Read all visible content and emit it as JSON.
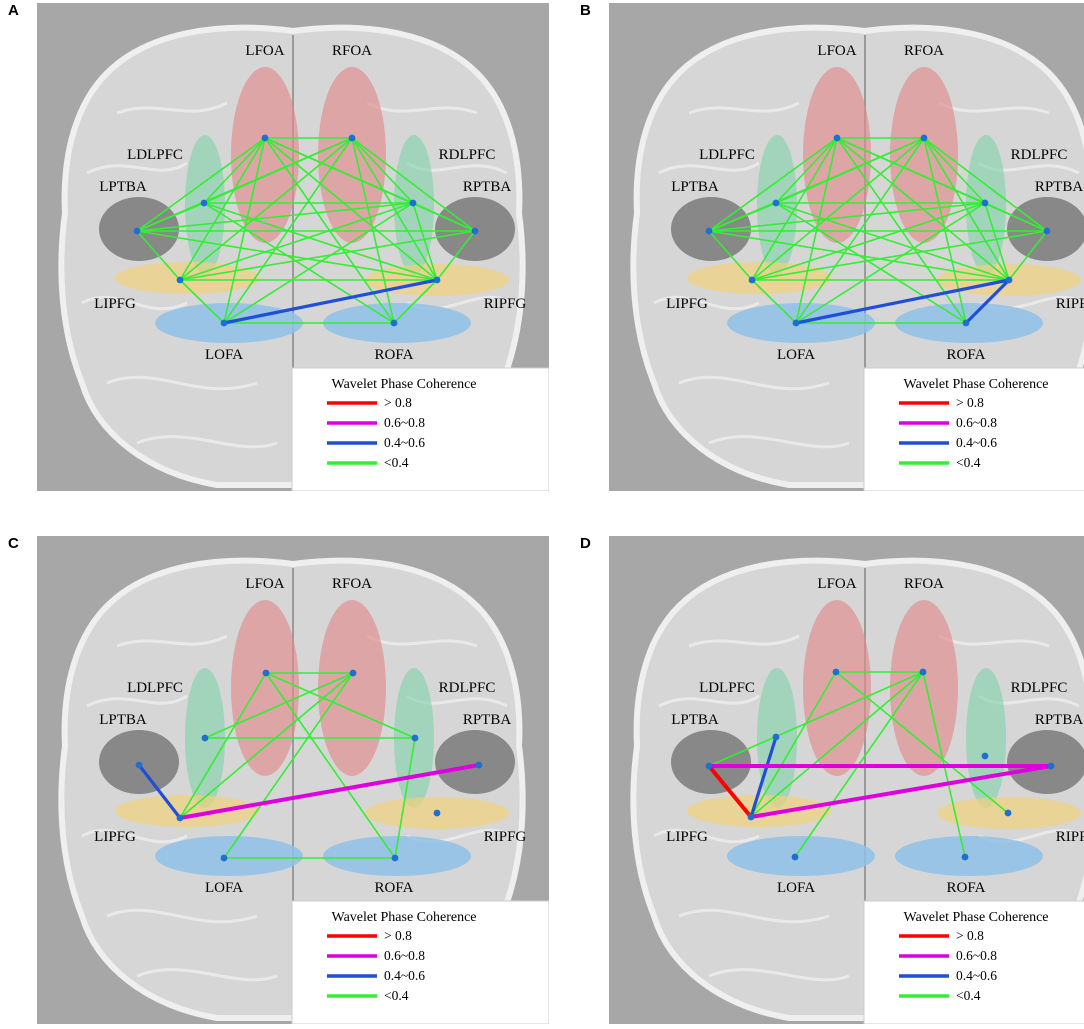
{
  "legend": {
    "title": "Wavelet Phase Coherence",
    "items": [
      {
        "label": "> 0.8",
        "color": "#ff0000"
      },
      {
        "label": "0.6~0.8",
        "color": "#dd00dd"
      },
      {
        "label": "0.4~0.6",
        "color": "#1f4fd6"
      },
      {
        "label": "<0.4",
        "color": "#33ee33"
      }
    ]
  },
  "regions": [
    {
      "id": "LFOA",
      "label": "LFOA"
    },
    {
      "id": "RFOA",
      "label": "RFOA"
    },
    {
      "id": "LDLPFC",
      "label": "LDLPFC"
    },
    {
      "id": "RDLPFC",
      "label": "RDLPFC"
    },
    {
      "id": "LPTBA",
      "label": "LPTBA"
    },
    {
      "id": "RPTBA",
      "label": "RPTBA"
    },
    {
      "id": "LIPFG",
      "label": "LIPFG"
    },
    {
      "id": "RIPFG",
      "label": "RIPFG"
    },
    {
      "id": "LOFA",
      "label": "LOFA"
    },
    {
      "id": "ROFA",
      "label": "ROFA"
    }
  ],
  "region_colors": {
    "FOA": "#e08a8a",
    "DLPFC": "#7fd1a8",
    "PTBA": "#6e6e6e",
    "IPFG": "#f1d27c",
    "OFA": "#8fc1e8"
  },
  "panels": [
    {
      "letter": "A",
      "edges": [
        [
          "LFOA",
          "RFOA",
          "green"
        ],
        [
          "LFOA",
          "LDLPFC",
          "green"
        ],
        [
          "LFOA",
          "LPTBA",
          "green"
        ],
        [
          "LFOA",
          "LIPFG",
          "green"
        ],
        [
          "LFOA",
          "RDLPFC",
          "green"
        ],
        [
          "LFOA",
          "RPTBA",
          "green"
        ],
        [
          "LFOA",
          "RIPFG",
          "green"
        ],
        [
          "LFOA",
          "LOFA",
          "green"
        ],
        [
          "LFOA",
          "ROFA",
          "green"
        ],
        [
          "RFOA",
          "LDLPFC",
          "green"
        ],
        [
          "RFOA",
          "LPTBA",
          "green"
        ],
        [
          "RFOA",
          "LIPFG",
          "green"
        ],
        [
          "RFOA",
          "RDLPFC",
          "green"
        ],
        [
          "RFOA",
          "RPTBA",
          "green"
        ],
        [
          "RFOA",
          "RIPFG",
          "green"
        ],
        [
          "RFOA",
          "LOFA",
          "green"
        ],
        [
          "RFOA",
          "ROFA",
          "green"
        ],
        [
          "LDLPFC",
          "LPTBA",
          "green"
        ],
        [
          "LDLPFC",
          "RDLPFC",
          "green"
        ],
        [
          "LDLPFC",
          "RIPFG",
          "green"
        ],
        [
          "LDLPFC",
          "ROFA",
          "green"
        ],
        [
          "LPTBA",
          "LIPFG",
          "green"
        ],
        [
          "LPTBA",
          "RDLPFC",
          "green"
        ],
        [
          "LPTBA",
          "RIPFG",
          "green"
        ],
        [
          "LPTBA",
          "RPTBA",
          "green"
        ],
        [
          "LIPFG",
          "RDLPFC",
          "green"
        ],
        [
          "LIPFG",
          "RIPFG",
          "green"
        ],
        [
          "LIPFG",
          "RPTBA",
          "green"
        ],
        [
          "LIPFG",
          "LOFA",
          "green"
        ],
        [
          "RDLPFC",
          "RPTBA",
          "green"
        ],
        [
          "RDLPFC",
          "RIPFG",
          "green"
        ],
        [
          "RDLPFC",
          "LOFA",
          "green"
        ],
        [
          "RPTBA",
          "RIPFG",
          "green"
        ],
        [
          "RIPFG",
          "ROFA",
          "green"
        ],
        [
          "LOFA",
          "ROFA",
          "green"
        ],
        [
          "LOFA",
          "RIPFG",
          "blue"
        ]
      ],
      "extra_dots": []
    },
    {
      "letter": "B",
      "edges": [
        [
          "LFOA",
          "RFOA",
          "green"
        ],
        [
          "LFOA",
          "LDLPFC",
          "green"
        ],
        [
          "LFOA",
          "LPTBA",
          "green"
        ],
        [
          "LFOA",
          "LIPFG",
          "green"
        ],
        [
          "LFOA",
          "RDLPFC",
          "green"
        ],
        [
          "LFOA",
          "RPTBA",
          "green"
        ],
        [
          "LFOA",
          "RIPFG",
          "green"
        ],
        [
          "LFOA",
          "LOFA",
          "green"
        ],
        [
          "LFOA",
          "ROFA",
          "green"
        ],
        [
          "RFOA",
          "LDLPFC",
          "green"
        ],
        [
          "RFOA",
          "LPTBA",
          "green"
        ],
        [
          "RFOA",
          "LIPFG",
          "green"
        ],
        [
          "RFOA",
          "RDLPFC",
          "green"
        ],
        [
          "RFOA",
          "RPTBA",
          "green"
        ],
        [
          "RFOA",
          "RIPFG",
          "green"
        ],
        [
          "RFOA",
          "LOFA",
          "green"
        ],
        [
          "RFOA",
          "ROFA",
          "green"
        ],
        [
          "LDLPFC",
          "LPTBA",
          "green"
        ],
        [
          "LDLPFC",
          "RDLPFC",
          "green"
        ],
        [
          "LDLPFC",
          "RIPFG",
          "green"
        ],
        [
          "LDLPFC",
          "ROFA",
          "green"
        ],
        [
          "LPTBA",
          "LIPFG",
          "green"
        ],
        [
          "LPTBA",
          "RDLPFC",
          "green"
        ],
        [
          "LPTBA",
          "RIPFG",
          "green"
        ],
        [
          "LPTBA",
          "RPTBA",
          "green"
        ],
        [
          "LIPFG",
          "RDLPFC",
          "green"
        ],
        [
          "LIPFG",
          "RIPFG",
          "green"
        ],
        [
          "LIPFG",
          "RPTBA",
          "green"
        ],
        [
          "LIPFG",
          "LOFA",
          "green"
        ],
        [
          "RDLPFC",
          "RPTBA",
          "green"
        ],
        [
          "RDLPFC",
          "RIPFG",
          "green"
        ],
        [
          "RDLPFC",
          "LOFA",
          "green"
        ],
        [
          "RPTBA",
          "RIPFG",
          "green"
        ],
        [
          "LOFA",
          "ROFA",
          "green"
        ],
        [
          "LOFA",
          "RIPFG",
          "blue"
        ],
        [
          "ROFA",
          "RIPFG",
          "blue"
        ]
      ],
      "extra_dots": []
    },
    {
      "letter": "C",
      "edges": [
        [
          "LFOA",
          "RFOA",
          "green"
        ],
        [
          "LFOA",
          "LIPFG",
          "green"
        ],
        [
          "LFOA",
          "ROFA",
          "green"
        ],
        [
          "LFOA",
          "RDLPFC",
          "green"
        ],
        [
          "RFOA",
          "LDLPFC",
          "green"
        ],
        [
          "RFOA",
          "LIPFG",
          "green"
        ],
        [
          "RFOA",
          "LOFA",
          "green"
        ],
        [
          "LDLPFC",
          "RDLPFC",
          "green"
        ],
        [
          "RDLPFC",
          "ROFA",
          "green"
        ],
        [
          "LOFA",
          "ROFA",
          "green"
        ],
        [
          "LPTBA",
          "LIPFG",
          "blue"
        ],
        [
          "LIPFG",
          "RPTBA",
          "magenta"
        ]
      ],
      "extra_dots": [
        [
          400,
          277
        ]
      ]
    },
    {
      "letter": "D",
      "edges": [
        [
          "LFOA",
          "RFOA",
          "green"
        ],
        [
          "LFOA",
          "LIPFG",
          "green"
        ],
        [
          "LFOA",
          "RIPFG",
          "green"
        ],
        [
          "RFOA",
          "LPTBA",
          "green"
        ],
        [
          "RFOA",
          "LIPFG",
          "green"
        ],
        [
          "RFOA",
          "LOFA",
          "green"
        ],
        [
          "RFOA",
          "ROFA",
          "green"
        ],
        [
          "LDLPFC",
          "LIPFG",
          "blue"
        ],
        [
          "LPTBA",
          "LIPFG",
          "red"
        ],
        [
          "LPTBA",
          "RPTBA",
          "magenta"
        ],
        [
          "LIPFG",
          "RPTBA",
          "magenta"
        ]
      ],
      "extra_dots": []
    }
  ]
}
